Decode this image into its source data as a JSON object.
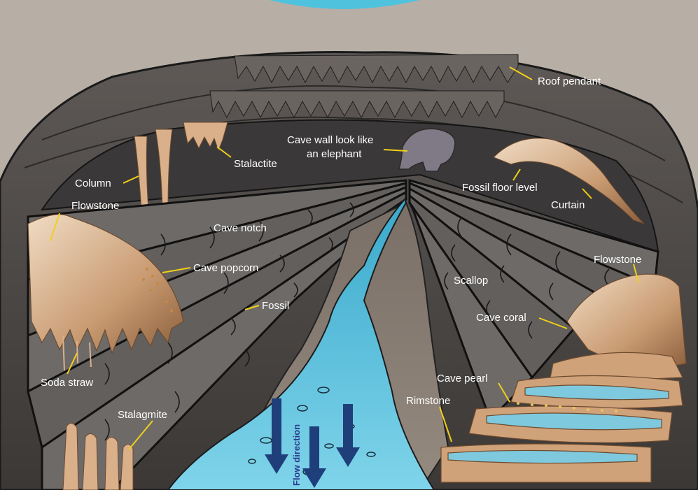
{
  "labels": {
    "roof_pendant": "Roof pendant",
    "stalactite": "Stalactite",
    "cave_wall_line1": "Cave wall look like",
    "cave_wall_line2": "an elephant",
    "column": "Column",
    "fossil_floor_level": "Fossil floor level",
    "curtain": "Curtain",
    "flowstone_left": "Flowstone",
    "cave_notch": "Cave notch",
    "cave_popcorn": "Cave popcorn",
    "fossil": "Fossil",
    "scallop": "Scallop",
    "flowstone_right": "Flowstone",
    "cave_coral": "Cave coral",
    "soda_straw": "Soda straw",
    "cave_pearl": "Cave pearl",
    "rimstone": "Rimstone",
    "stalagmite": "Stalagmite",
    "flow_direction": "Flow direction"
  },
  "colors": {
    "rock_surface": "#b7aea6",
    "cave_roof": "#4e4946",
    "cave_back_wall": "#3a3838",
    "ledge_fill": "#6d6a68",
    "ledge_outline": "#111111",
    "flowstone": "#d6b08a",
    "water": "#52b8d6",
    "water_light": "#9ee0f0",
    "surface_water": "#4fc3dd",
    "leader_line": "#f2cf1a",
    "label_text": "#ffffff",
    "flow_arrow": "#1f3f7a"
  }
}
